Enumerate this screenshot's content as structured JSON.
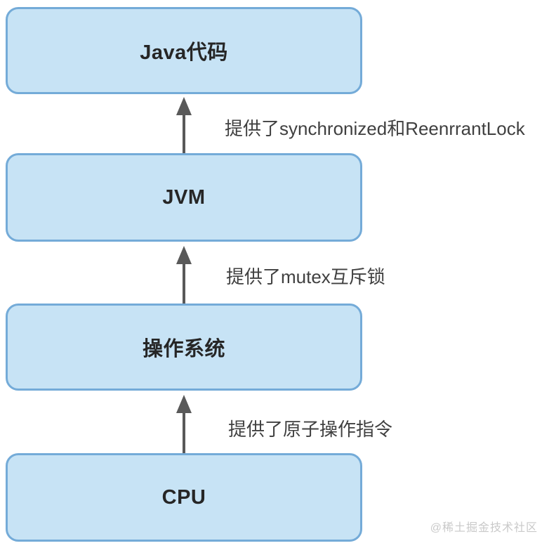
{
  "diagram": {
    "title": "Java concurrency lock support stack",
    "colors": {
      "box_fill": "#c7e3f5",
      "box_border": "#74abd8",
      "box_text": "#262626",
      "arrow": "#595959",
      "label_text": "#404040",
      "watermark_text": "#c9c9c9",
      "background": "#ffffff"
    },
    "layers": [
      {
        "id": "java-code",
        "label": "Java代码"
      },
      {
        "id": "jvm",
        "label": "JVM"
      },
      {
        "id": "os",
        "label": "操作系统"
      },
      {
        "id": "cpu",
        "label": "CPU"
      }
    ],
    "arrows": [
      {
        "from": "jvm",
        "to": "java-code",
        "label": "提供了synchronized和ReenrrantLock"
      },
      {
        "from": "os",
        "to": "jvm",
        "label": "提供了mutex互斥锁"
      },
      {
        "from": "cpu",
        "to": "os",
        "label": "提供了原子操作指令"
      }
    ]
  },
  "watermark": {
    "text": "@稀土掘金技术社区"
  }
}
